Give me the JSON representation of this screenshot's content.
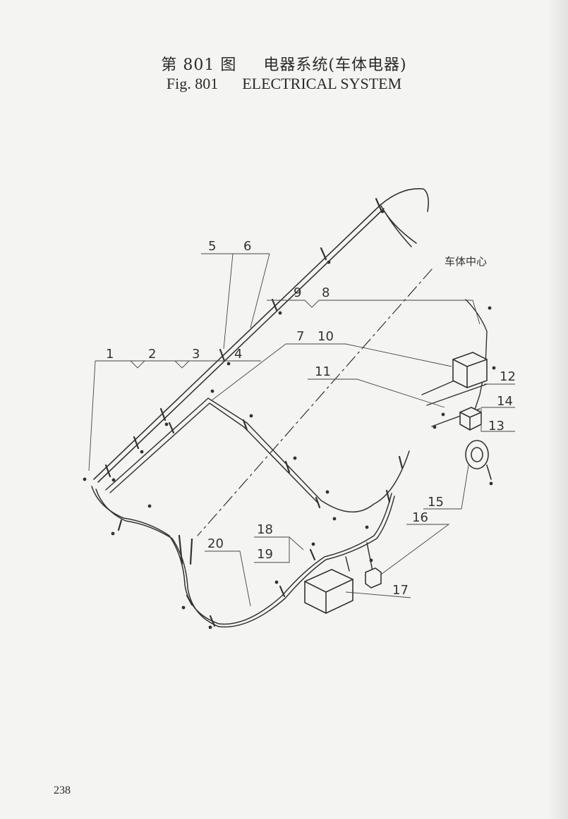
{
  "header": {
    "cn_fig": "第 801 图",
    "cn_title": "电器系统(车体电器)",
    "en_fig": "Fig. 801",
    "en_title": "ELECTRICAL SYSTEM"
  },
  "diagram": {
    "center_label": "车体中心",
    "callouts": [
      "1",
      "2",
      "3",
      "4",
      "5",
      "6",
      "7",
      "8",
      "9",
      "10",
      "11",
      "12",
      "13",
      "14",
      "15",
      "16",
      "17",
      "18",
      "19",
      "20"
    ]
  },
  "page_number": "238"
}
